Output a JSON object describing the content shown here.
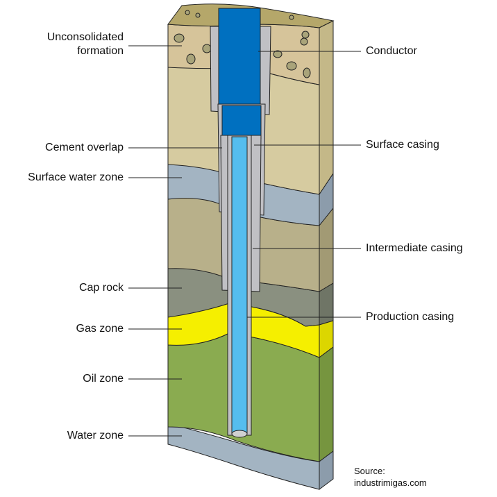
{
  "labels_left": [
    {
      "id": "unconsolidated",
      "text": "Unconsolidated formation"
    },
    {
      "id": "cement-overlap",
      "text": "Cement overlap"
    },
    {
      "id": "surface-water-zone",
      "text": "Surface water zone"
    },
    {
      "id": "cap-rock",
      "text": "Cap rock"
    },
    {
      "id": "gas-zone",
      "text": "Gas zone"
    },
    {
      "id": "oil-zone",
      "text": "Oil zone"
    },
    {
      "id": "water-zone",
      "text": "Water zone"
    }
  ],
  "labels_right": [
    {
      "id": "conductor",
      "text": "Conductor"
    },
    {
      "id": "surface-casing",
      "text": "Surface casing"
    },
    {
      "id": "intermediate-casing",
      "text": "Intermediate casing"
    },
    {
      "id": "production-casing",
      "text": "Production casing"
    }
  ],
  "source": {
    "line1": "Source:",
    "line2": "industrimigas.com"
  },
  "colors": {
    "soil": "#b5a76a",
    "unconsolidated": "#d6c49a",
    "tan": "#d6cba0",
    "water": "#a3b4c2",
    "tan2": "#b8b08a",
    "caprock": "#8a9080",
    "gas": "#f5ef00",
    "oil": "#8aab50",
    "conductor": "#0070c0",
    "production": "#55bdee",
    "steel": "#c0c0c4"
  }
}
